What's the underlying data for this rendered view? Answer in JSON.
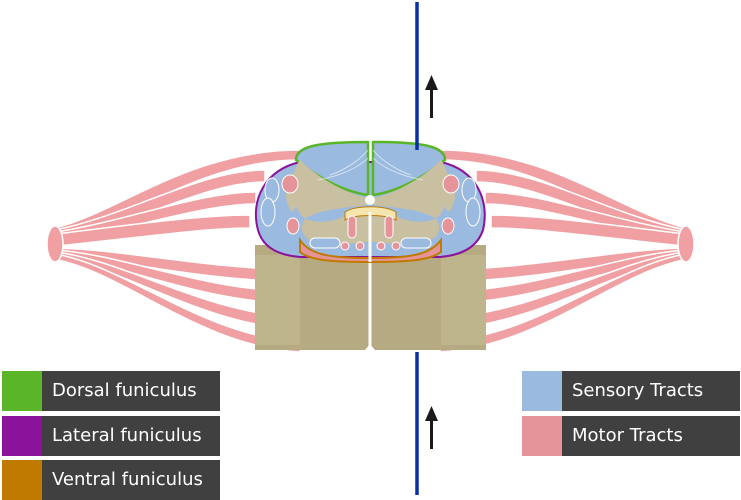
{
  "colors": {
    "dorsal_funiculus": "#5ab528",
    "lateral_funiculus": "#8b139b",
    "ventral_funiculus": "#c07a00",
    "sensory_tracts": "#9bbadf",
    "motor_tracts": "#e59599",
    "axis_line": "#0a2ea6",
    "nerve_roots": "#f0a0a2",
    "gray_matter": "#c9bfa1",
    "cord_body": "#b5aa82",
    "legend_background": "#404040"
  },
  "icons": {
    "upper_arrow": "up-arrow-icon",
    "lower_arrow": "up-arrow-icon"
  },
  "legend_left": [
    {
      "id": "dorsal",
      "label": "Dorsal funiculus",
      "color": "#5ab528"
    },
    {
      "id": "lateral",
      "label": "Lateral funiculus",
      "color": "#8b139b"
    },
    {
      "id": "ventral",
      "label": "Ventral funiculus",
      "color": "#c07a00"
    }
  ],
  "legend_right": [
    {
      "id": "sensory",
      "label": "Sensory Tracts",
      "color": "#9bbadf"
    },
    {
      "id": "motor",
      "label": "Motor Tracts",
      "color": "#e59599"
    }
  ]
}
